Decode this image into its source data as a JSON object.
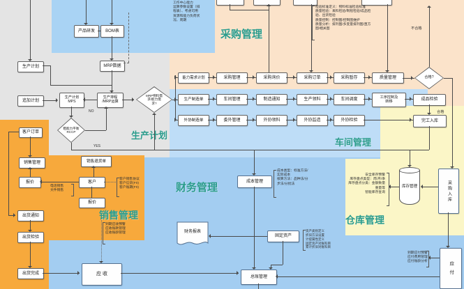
{
  "regions": {
    "purchase": "采购管理",
    "production": "生产计划",
    "workshop": "车间管理",
    "finance": "财务管理",
    "sales": "销售管理",
    "warehouse": "仓库管理"
  },
  "nodes": {
    "product_dev": "产品研发",
    "bom": "BOM表",
    "mrp_data": "MRP数据",
    "prod_plan": "生产计划",
    "add_plan": "追加计划",
    "mps": "生产计划\nMPS",
    "mrp_calc": "生产排程\n/MRP运算",
    "rccp": "粗能力平衡\nRCCP",
    "mrp_req": "MRP物料需\n求/能力需\n求?",
    "qualified": "合格?",
    "cap_req": "能力需求计划",
    "purchase_mgmt": "采购管理",
    "purchase_inquiry": "采购询价",
    "purchase_order": "采购订单",
    "purchase_temp": "采购暂存",
    "quality_mgmt": "质量管理",
    "prod_order": "生产制造单",
    "workshop_mgmt": "车间管理",
    "mfg_notice": "制造通知",
    "prod_picking": "生产领料",
    "workshop_dispatch": "车间调度",
    "process_ctrl": "工序控制及\n转移",
    "fg_inspect": "成品检验",
    "outsource_order": "外协制造单",
    "outsource_mgmt": "委外管理",
    "outsource_picking": "外协领料",
    "outsource_supervise": "外协监造",
    "outsource_inspect": "外协检验",
    "fg_inbound": "完工入库",
    "cust_order": "客户订单",
    "sales_mgmt": "销售管理",
    "sales_return": "销售退货单",
    "quote": "报价",
    "customer": "客户",
    "quote2": "报价",
    "ship_notice": "出货通知",
    "ship_inspect": "出货检验",
    "ship_done": "出货完成",
    "receivable": "应 收",
    "cost_mgmt": "成本管理",
    "fin_report": "财务报表",
    "fixed_asset": "固定资产",
    "ledger": "总账管理",
    "payable": "应 付",
    "inventory": "库存管理",
    "purchase_inbound": "采购入库"
  },
  "labels": {
    "yes": "YES",
    "no": "NO",
    "pass": "合格",
    "fail": "不合格"
  },
  "notes": {
    "work_center": "工作中心能力\n运算参数设置（排\n程表）、考虑可用\n资源和能力负荷状\n况、周期",
    "qc": "检验标准定义：物料标准检验标准\n质量检验：来料检验/制程检验/成品检\n验、出货检验\n质量控制：控制图/控制图维护\n质量分析：排列图/多变量排列图/直方\n图/相关图",
    "phone_sales": "电话销售\n文件销售",
    "customer_info": "客户销售协议\n客户信贷(F0)\n客户账期(F0)",
    "receivable_info": "到期应收预警\n应收账款管理\n应收账龄管理",
    "cost_info": "成本类型：标准方法/\n实际成本\n核算方法：品种法/分\n步法/分批法",
    "inventory_info": "安全库存预警\n库存盘点类型：周/月/季\n库存盘点分类：金额数量\n重量等\n智能库存查询",
    "asset_info": "资产类别定义\n折旧方法设置\n计提属性定义\n固定资产对账科目\n累计折旧对账科目",
    "payable_info": "到期应付预警\n应付费用管理\n应付账龄分析"
  },
  "colors": {
    "sales_orange": "#F7A93C",
    "purchase_peach": "#FBE3CA",
    "top_blue": "#A9D3F4",
    "workshop_blue": "#BEDDF7",
    "finance_blue": "#A3CDF1",
    "warehouse_yellow": "#FBF6C7",
    "title_teal": "#2B9C8C"
  }
}
